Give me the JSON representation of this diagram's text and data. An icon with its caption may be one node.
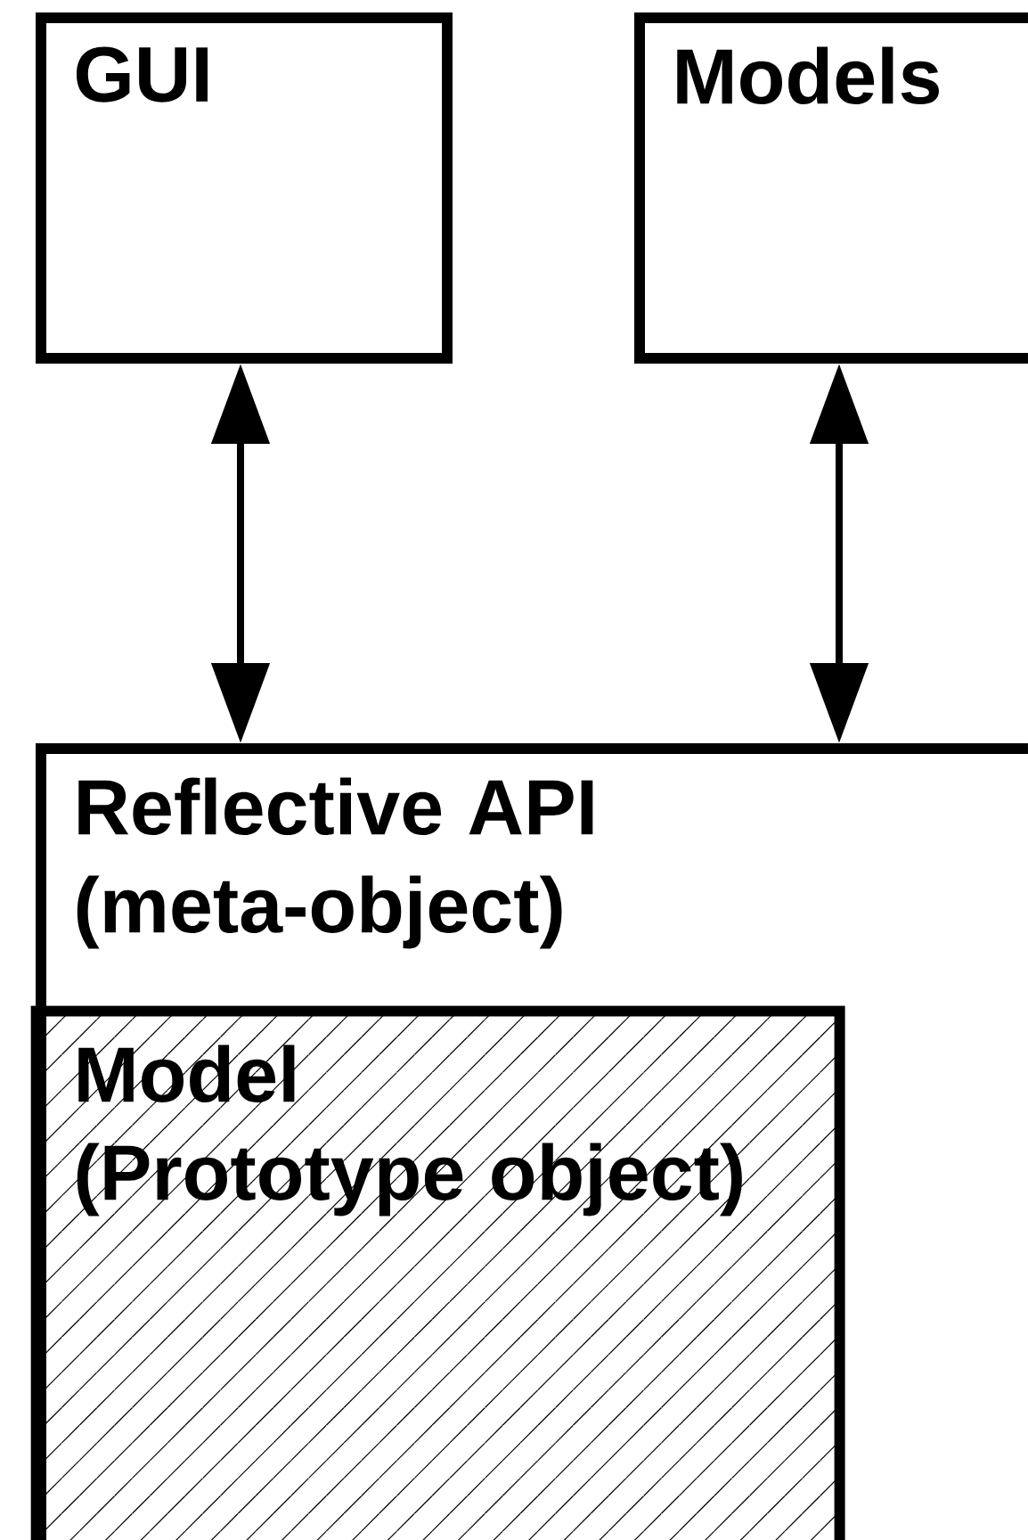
{
  "diagram": {
    "nodes": [
      {
        "text": [
          "GUI"
        ]
      },
      {
        "text": [
          "Models"
        ]
      },
      {
        "text": [
          "Reflective API (meta-object)"
        ]
      },
      {
        "text": [
          "Model (Prototype object)"
        ],
        "in": 2
      }
    ],
    "edges": [
      {
        "from": 0,
        "to": 2,
        "arrow": "both"
      },
      {
        "from": 1,
        "to": 2,
        "arrow": "both"
      }
    ]
  }
}
